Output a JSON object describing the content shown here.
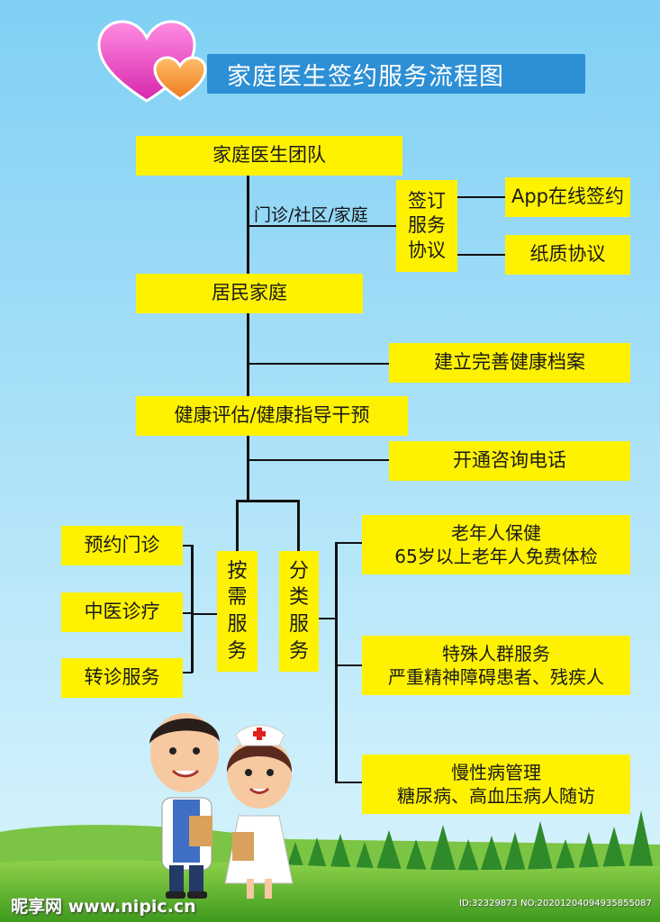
{
  "title": "家庭医生签约服务流程图",
  "nodes": {
    "team": "家庭医生团队",
    "sign": [
      "签订",
      "服务",
      "协议"
    ],
    "app": "App在线签约",
    "paper": "纸质协议",
    "resident": "居民家庭",
    "archive": "建立完善健康档案",
    "assess": "健康评估/健康指导干预",
    "hotline": "开通咨询电话",
    "appoint": "预约门诊",
    "tcm": "中医诊疗",
    "referral": "转诊服务",
    "ondemand": [
      "按",
      "需",
      "服",
      "务"
    ],
    "classify": [
      "分",
      "类",
      "服",
      "务"
    ],
    "elderly": [
      "老年人保健",
      "65岁以上老年人免费体检"
    ],
    "special": [
      "特殊人群服务",
      "严重精神障碍患者、残疾人"
    ],
    "chronic": [
      "慢性病管理",
      "糖尿病、高血压病人随访"
    ]
  },
  "edge_label": "门诊/社区/家庭",
  "footer": {
    "logo": "昵享网 www.nipic.cn",
    "id": "ID:32329873 NO:20201204094935855087"
  },
  "colors": {
    "box": "#fff200",
    "title_bar": "#2d8fd5",
    "line": "#111111",
    "heart_pink": "#e84fc4",
    "heart_orange": "#f2932b"
  }
}
